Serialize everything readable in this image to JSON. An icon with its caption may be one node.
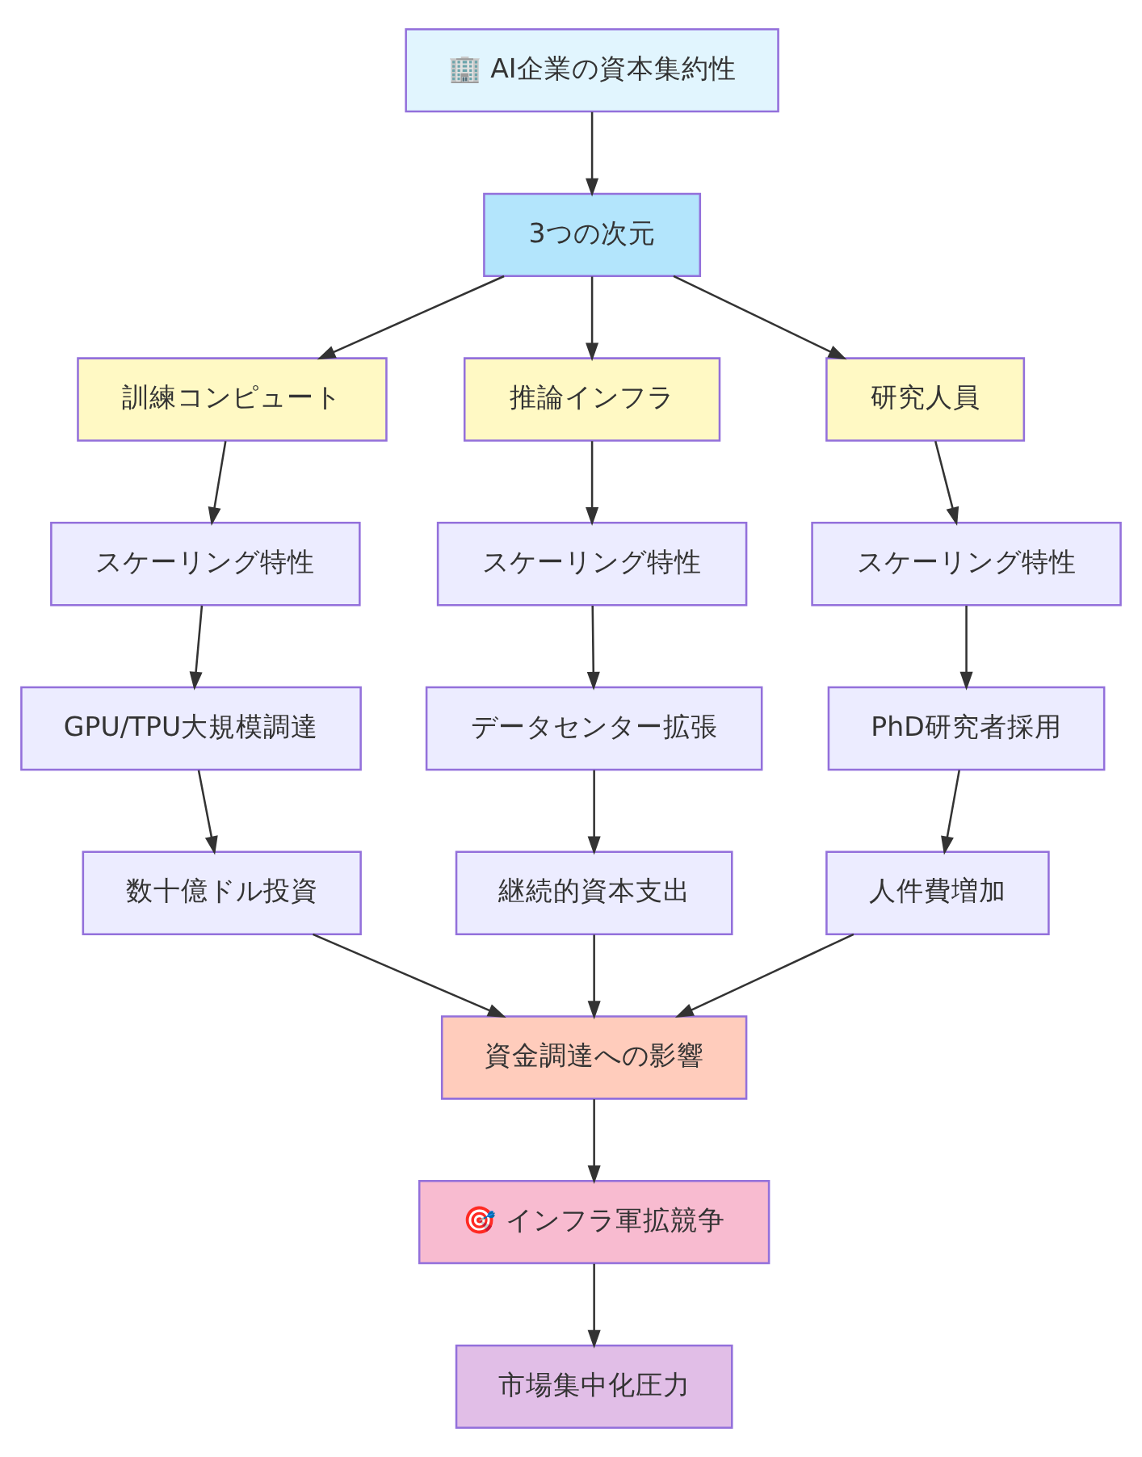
{
  "diagram": {
    "nodes": [
      {
        "text": [
          "🏢 AI企業の資本集約性"
        ]
      },
      {
        "text": [
          "3つの次元"
        ]
      },
      {
        "text": [
          "訓練コンピュート"
        ]
      },
      {
        "text": [
          "推論インフラ"
        ]
      },
      {
        "text": [
          "研究人員"
        ]
      },
      {
        "text": [
          "スケーリング特性"
        ]
      },
      {
        "text": [
          "スケーリング特性"
        ]
      },
      {
        "text": [
          "スケーリング特性"
        ]
      },
      {
        "text": [
          "GPU/TPU大規模調達"
        ]
      },
      {
        "text": [
          "データセンター拡張"
        ]
      },
      {
        "text": [
          "PhD研究者採用"
        ]
      },
      {
        "text": [
          "数十億ドル投資"
        ]
      },
      {
        "text": [
          "継続的資本支出"
        ]
      },
      {
        "text": [
          "人件費増加"
        ]
      },
      {
        "text": [
          "資金調達への影響"
        ]
      },
      {
        "text": [
          "🎯 インフラ軍拡競争"
        ]
      },
      {
        "text": [
          "市場集中化圧力"
        ]
      }
    ],
    "edges": [
      {
        "from": 0,
        "to": 1,
        "arrow": "to"
      },
      {
        "from": 1,
        "to": 2,
        "arrow": "to"
      },
      {
        "from": 1,
        "to": 3,
        "arrow": "to"
      },
      {
        "from": 1,
        "to": 4,
        "arrow": "to"
      },
      {
        "from": 2,
        "to": 5,
        "arrow": "to"
      },
      {
        "from": 3,
        "to": 6,
        "arrow": "to"
      },
      {
        "from": 4,
        "to": 7,
        "arrow": "to"
      },
      {
        "from": 5,
        "to": 8,
        "arrow": "to"
      },
      {
        "from": 6,
        "to": 9,
        "arrow": "to"
      },
      {
        "from": 7,
        "to": 10,
        "arrow": "to"
      },
      {
        "from": 8,
        "to": 11,
        "arrow": "to"
      },
      {
        "from": 9,
        "to": 12,
        "arrow": "to"
      },
      {
        "from": 10,
        "to": 13,
        "arrow": "to"
      },
      {
        "from": 11,
        "to": 14,
        "arrow": "to"
      },
      {
        "from": 12,
        "to": 14,
        "arrow": "to"
      },
      {
        "from": 13,
        "to": 14,
        "arrow": "to"
      },
      {
        "from": 14,
        "to": 15,
        "arrow": "to"
      },
      {
        "from": 15,
        "to": 16,
        "arrow": "to"
      }
    ]
  }
}
